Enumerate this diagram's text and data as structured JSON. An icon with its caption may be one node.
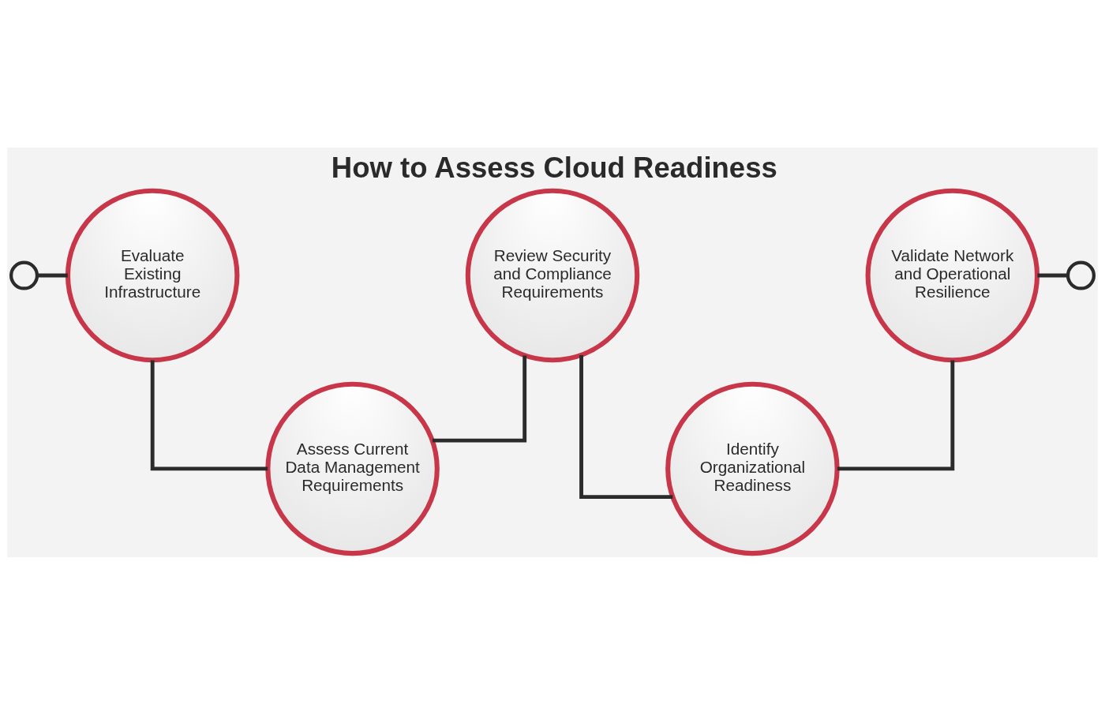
{
  "diagram": {
    "title": "How to Assess Cloud Readiness",
    "nodes": [
      {
        "text": [],
        "shape": "circle"
      },
      {
        "text": [
          "Evaluate Existing Infrastructure"
        ]
      },
      {
        "text": [
          "Assess Current Data Management Requirements"
        ]
      },
      {
        "text": [
          "Review Security and Compliance Requirements"
        ]
      },
      {
        "text": [
          "Identify Organizational Readiness"
        ]
      },
      {
        "text": [
          "Validate Network and Operational Resilience"
        ]
      },
      {
        "text": [],
        "shape": "circle"
      }
    ],
    "edges": [
      {
        "from": 0,
        "to": 1,
        "arrow": "none"
      },
      {
        "from": 1,
        "to": 2,
        "arrow": "none"
      },
      {
        "from": 2,
        "to": 3,
        "arrow": "none"
      },
      {
        "from": 3,
        "to": 4,
        "arrow": "none"
      },
      {
        "from": 4,
        "to": 5,
        "arrow": "none"
      },
      {
        "from": 5,
        "to": 6,
        "arrow": "none"
      }
    ]
  }
}
